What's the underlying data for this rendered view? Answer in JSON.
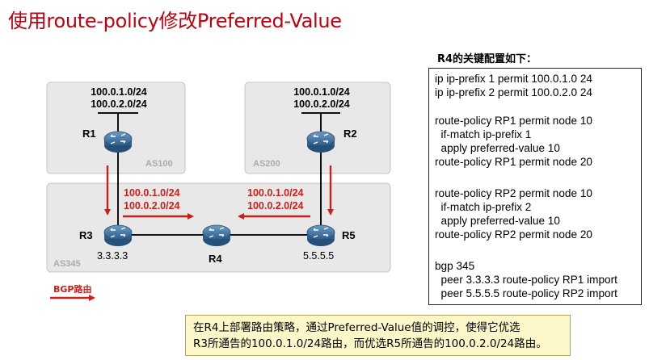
{
  "title": "使用route-policy修改Preferred-Value",
  "diagram": {
    "as100": {
      "label": "AS100",
      "prefixes": [
        "100.0.1.0/24",
        "100.0.2.0/24"
      ]
    },
    "as200": {
      "label": "AS200",
      "prefixes": [
        "100.0.1.0/24",
        "100.0.2.0/24"
      ]
    },
    "as345": {
      "label": "AS345"
    },
    "routers": {
      "r1": {
        "label": "R1"
      },
      "r2": {
        "label": "R2"
      },
      "r3": {
        "label": "R3",
        "address": "3.3.3.3"
      },
      "r4": {
        "label": "R4"
      },
      "r5": {
        "label": "R5",
        "address": "5.5.5.5"
      }
    },
    "adv_left": [
      "100.0.1.0/24",
      "100.0.2.0/24"
    ],
    "adv_right": [
      "100.0.1.0/24",
      "100.0.2.0/24"
    ],
    "legend": {
      "label": "BGP路由"
    },
    "colors": {
      "route_arrow": "#c9201a",
      "as_box": "#e8e8e8",
      "router": "#3a6f9f"
    }
  },
  "config": {
    "heading": "R4的关键配置如下：",
    "lines": [
      "ip ip-prefix 1 permit 100.0.1.0 24",
      "ip ip-prefix 2 permit 100.0.2.0 24",
      "",
      "route-policy RP1 permit node 10",
      "  if-match ip-prefix 1",
      "  apply preferred-value 10",
      "route-policy RP1 permit node 20",
      "",
      "route-policy RP2 permit node 10",
      "  if-match ip-prefix 2",
      "  apply preferred-value 10",
      "route-policy RP2 permit node 20",
      "",
      "bgp 345",
      "  peer 3.3.3.3 route-policy RP1 import",
      "  peer 5.5.5.5 route-policy RP2 import"
    ]
  },
  "note": {
    "line1": "在R4上部署路由策略，通过Preferred-Value值的调控，使得它优选",
    "line2": "R3所通告的100.0.1.0/24路由，而优选R5所通告的100.0.2.0/24路由。"
  }
}
